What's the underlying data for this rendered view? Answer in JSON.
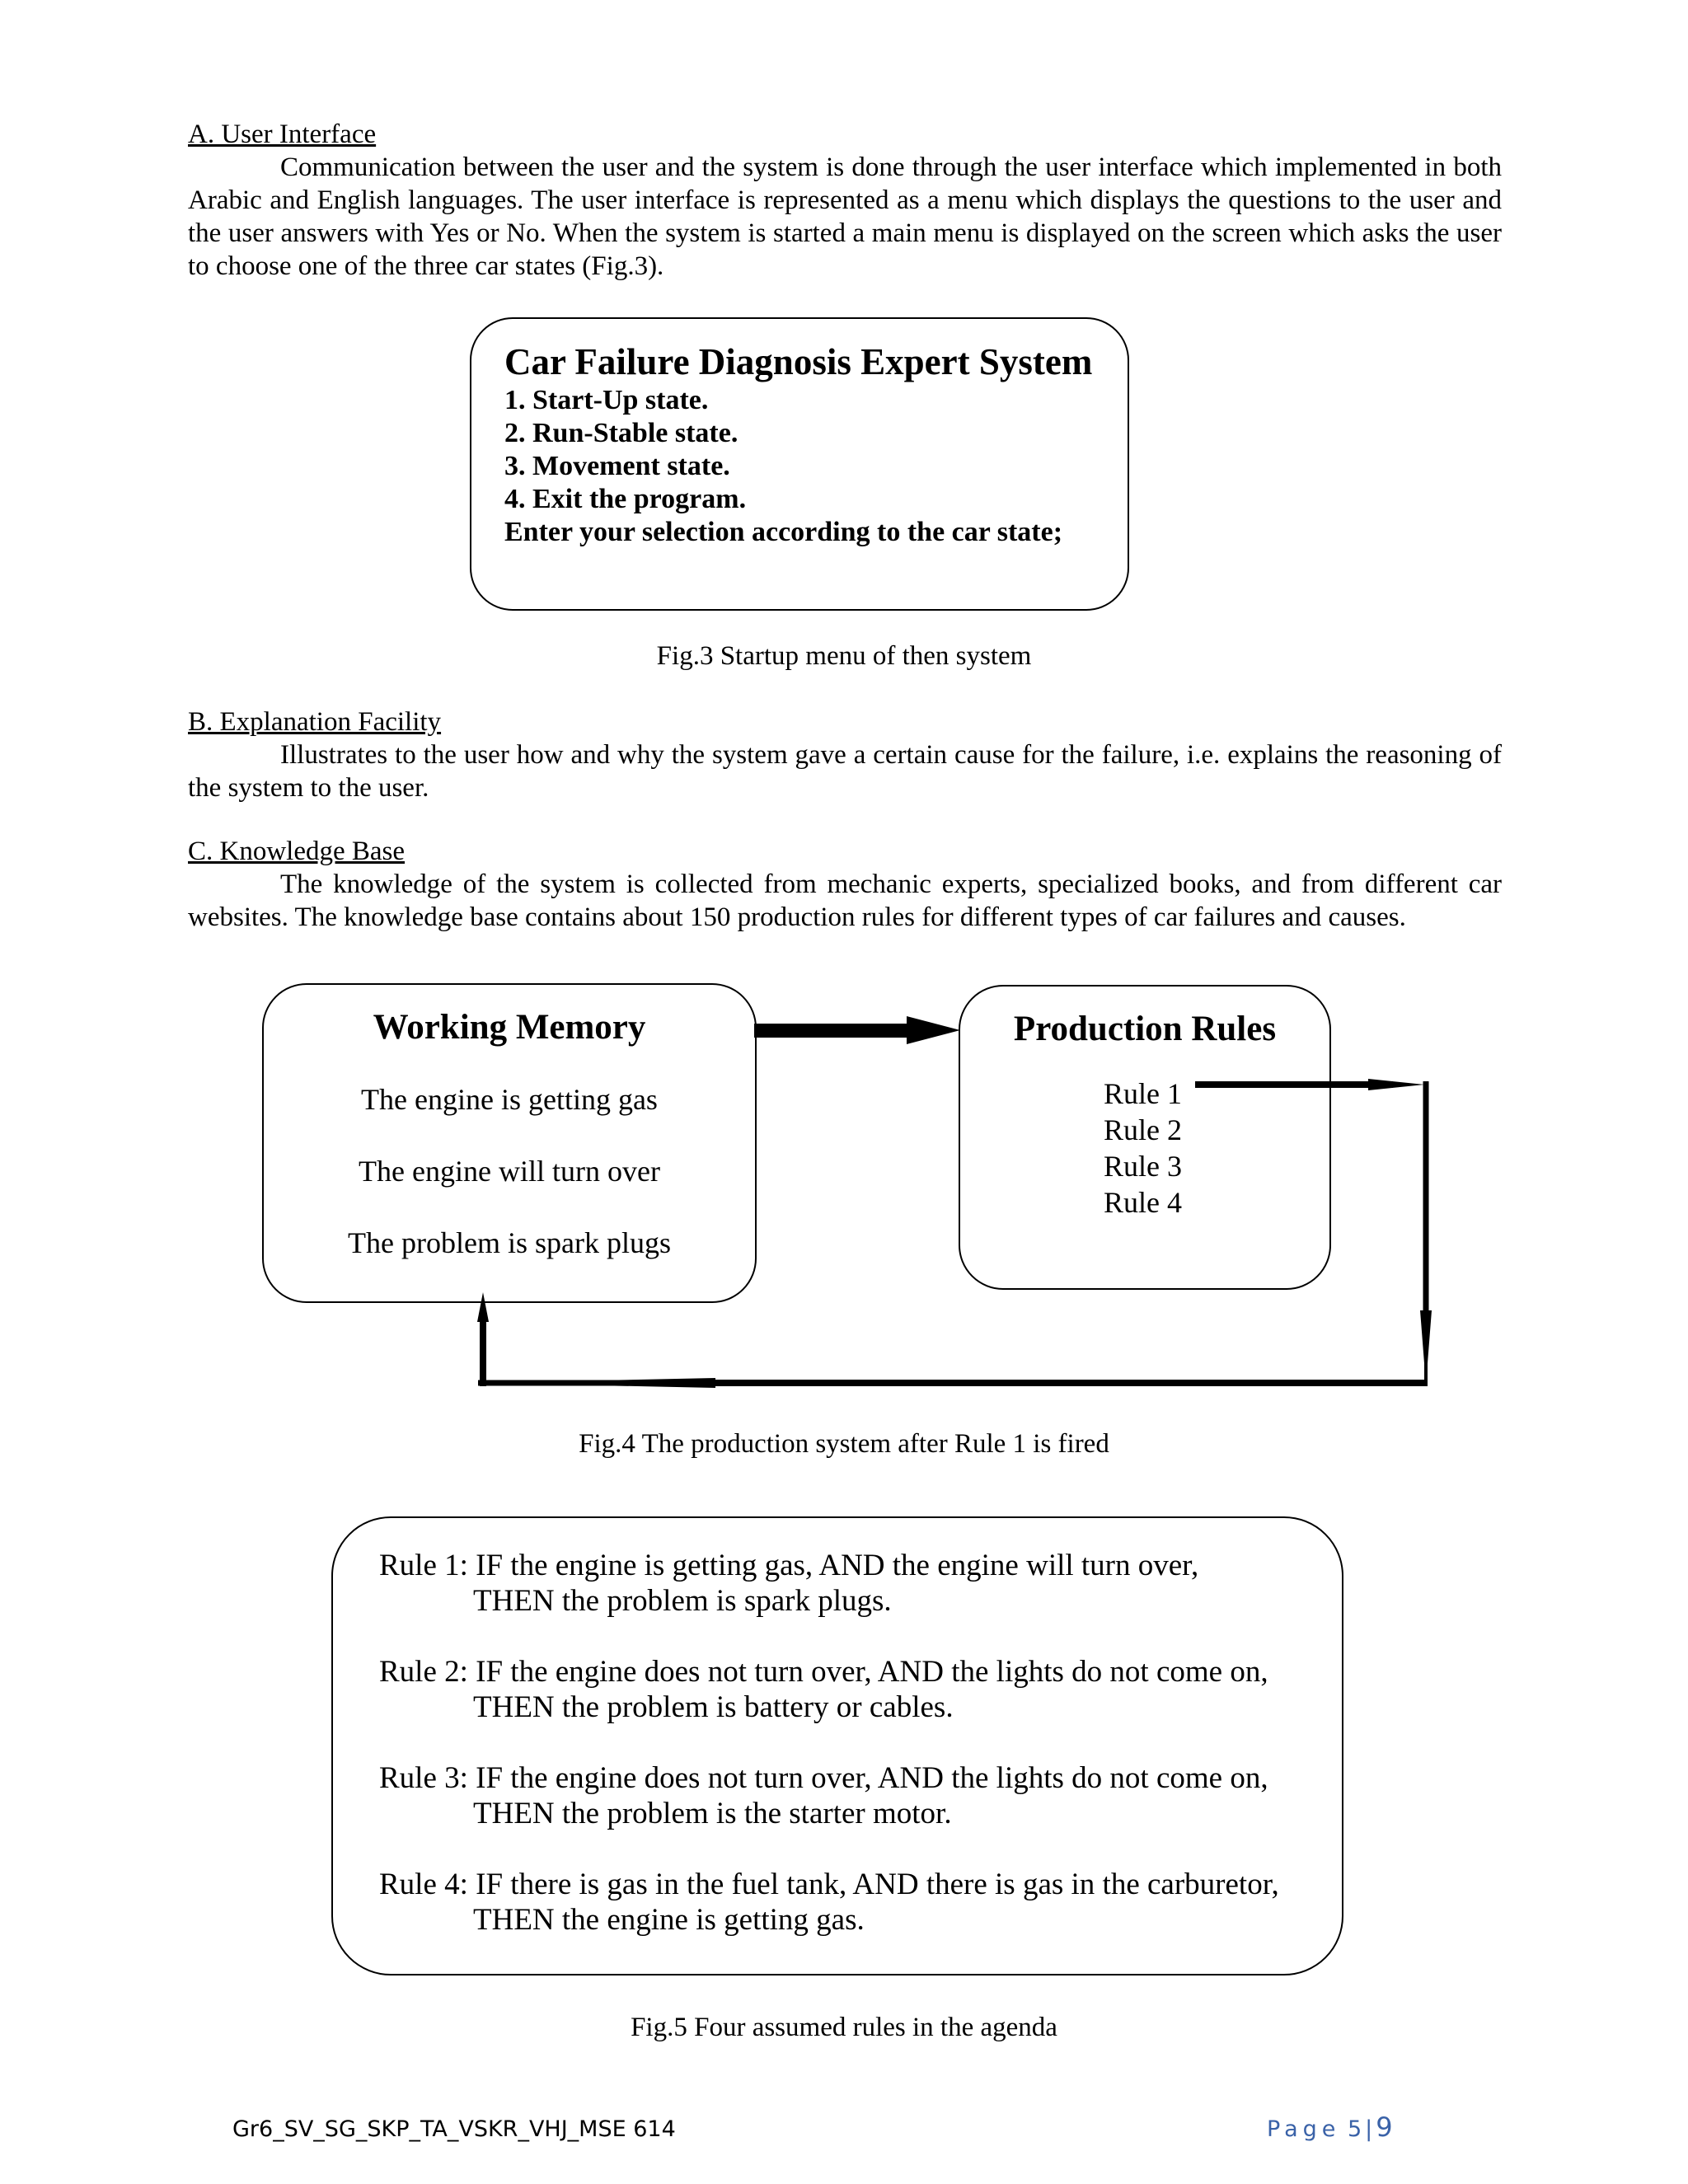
{
  "section_a": {
    "heading": "A. User Interface",
    "paragraph": "Communication between the user and the system is done through the user interface which implemented in both Arabic and English languages. The user interface is represented as a menu which displays the questions to the user and the user answers with Yes or No. When the system is started a main menu is displayed on the screen which asks the user to choose one of the three car states (Fig.3)."
  },
  "fig3": {
    "title": "Car Failure Diagnosis Expert System",
    "items": [
      "1. Start-Up state.",
      "2. Run-Stable state.",
      "3. Movement state.",
      "4. Exit the program.",
      "Enter your selection according to the car state;"
    ],
    "caption": "Fig.3 Startup menu of then system"
  },
  "section_b": {
    "heading": "B. Explanation Facility",
    "paragraph": "Illustrates to the user how and why the system gave a certain cause for the failure, i.e. explains the reasoning of the system to the user."
  },
  "section_c": {
    "heading": "C. Knowledge Base",
    "paragraph": "The knowledge of the system is collected from mechanic experts, specialized books, and from different car websites. The knowledge base contains about 150 production rules for different types of car failures and causes."
  },
  "fig4": {
    "working_memory": {
      "title": "Working Memory",
      "facts": [
        "The engine is getting gas",
        "The engine will turn over",
        "The problem is spark plugs"
      ]
    },
    "production_rules": {
      "title": "Production Rules",
      "rules": [
        "Rule 1",
        "Rule 2",
        "Rule 3",
        "Rule 4"
      ]
    },
    "caption": "Fig.4 The production system after Rule 1 is fired"
  },
  "fig5": {
    "rules": [
      {
        "if": "Rule 1: IF the engine is getting gas, AND the engine will turn over,",
        "then": "THEN the problem is spark plugs."
      },
      {
        "if": "Rule 2: IF the engine does not turn over, AND the lights do not come on,",
        "then": "THEN the problem is battery or cables."
      },
      {
        "if": "Rule 3: IF the engine does not turn over, AND the lights do not come on,",
        "then": "THEN the problem is the starter motor."
      },
      {
        "if": "Rule 4: IF there is gas in the fuel tank, AND there is gas in the carburetor,",
        "then": "THEN the engine is getting gas."
      }
    ],
    "caption": "Fig.5 Four assumed rules in the agenda"
  },
  "footer": {
    "left": "Gr6_SV_SG_SKP_TA_VSKR_VHJ_MSE 614",
    "page_word": "Page",
    "page_number": "5",
    "separator": "|",
    "page_total": "9"
  }
}
